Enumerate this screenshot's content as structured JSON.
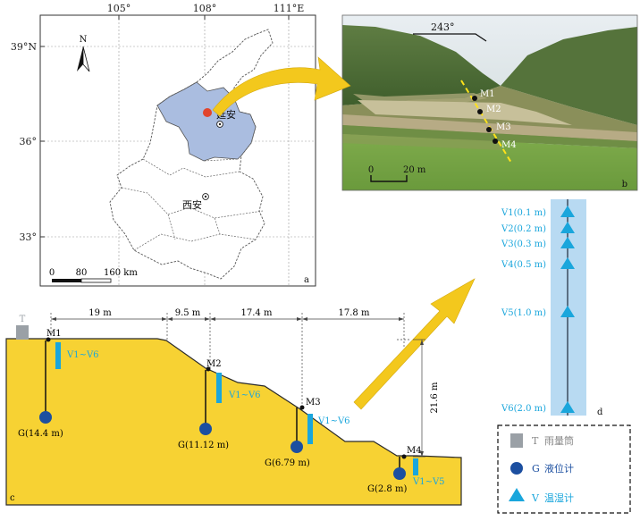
{
  "panel_a": {
    "label": "a",
    "lon_ticks": [
      "105°",
      "108°",
      "111°E"
    ],
    "lat_ticks": [
      "39°N",
      "36°",
      "33°"
    ],
    "north": "N",
    "city_yanan": "延安",
    "city_xian": "西安",
    "scale": {
      "zero": "0",
      "mid": "80",
      "end": "160 km"
    },
    "colors": {
      "highlight": "#aabde0",
      "red_dot": "#e2452c"
    }
  },
  "panel_b": {
    "label": "b",
    "orientation": "243°",
    "points": [
      "M1",
      "M2",
      "M3",
      "M4"
    ],
    "scale": {
      "zero": "0",
      "end": "20 m"
    }
  },
  "panel_c": {
    "label": "c",
    "rain_gauge": "T",
    "distances": [
      "19 m",
      "9.5 m",
      "17.4 m",
      "17.8 m"
    ],
    "height": "21.6 m",
    "stations": [
      {
        "name": "M1",
        "depth": "G(14.4 m)",
        "sensors": "V1~V6"
      },
      {
        "name": "M2",
        "depth": "G(11.12 m)",
        "sensors": "V1~V6"
      },
      {
        "name": "M3",
        "depth": "G(6.79 m)",
        "sensors": "V1~V6"
      },
      {
        "name": "M4",
        "depth": "G(2.8 m)",
        "sensors": "V1~V5"
      }
    ],
    "colors": {
      "slope": "#f7d233",
      "piezometer": "#1c4fa0",
      "sensor": "#1aa6dc"
    }
  },
  "panel_d": {
    "label": "d",
    "sensors": [
      "V1(0.1 m)",
      "V2(0.2 m)",
      "V3(0.3 m)",
      "V4(0.5 m)",
      "V5(1.0 m)",
      "V6(2.0 m)"
    ],
    "colors": {
      "column": "#b8daf2",
      "triangle": "#1aa6dc"
    }
  },
  "legend": {
    "items": [
      {
        "symbol": "T",
        "label": "雨量筒"
      },
      {
        "symbol": "G",
        "label": "液位计"
      },
      {
        "symbol": "V",
        "label": "温湿计"
      }
    ]
  },
  "arrow_color": "#f3c81d"
}
